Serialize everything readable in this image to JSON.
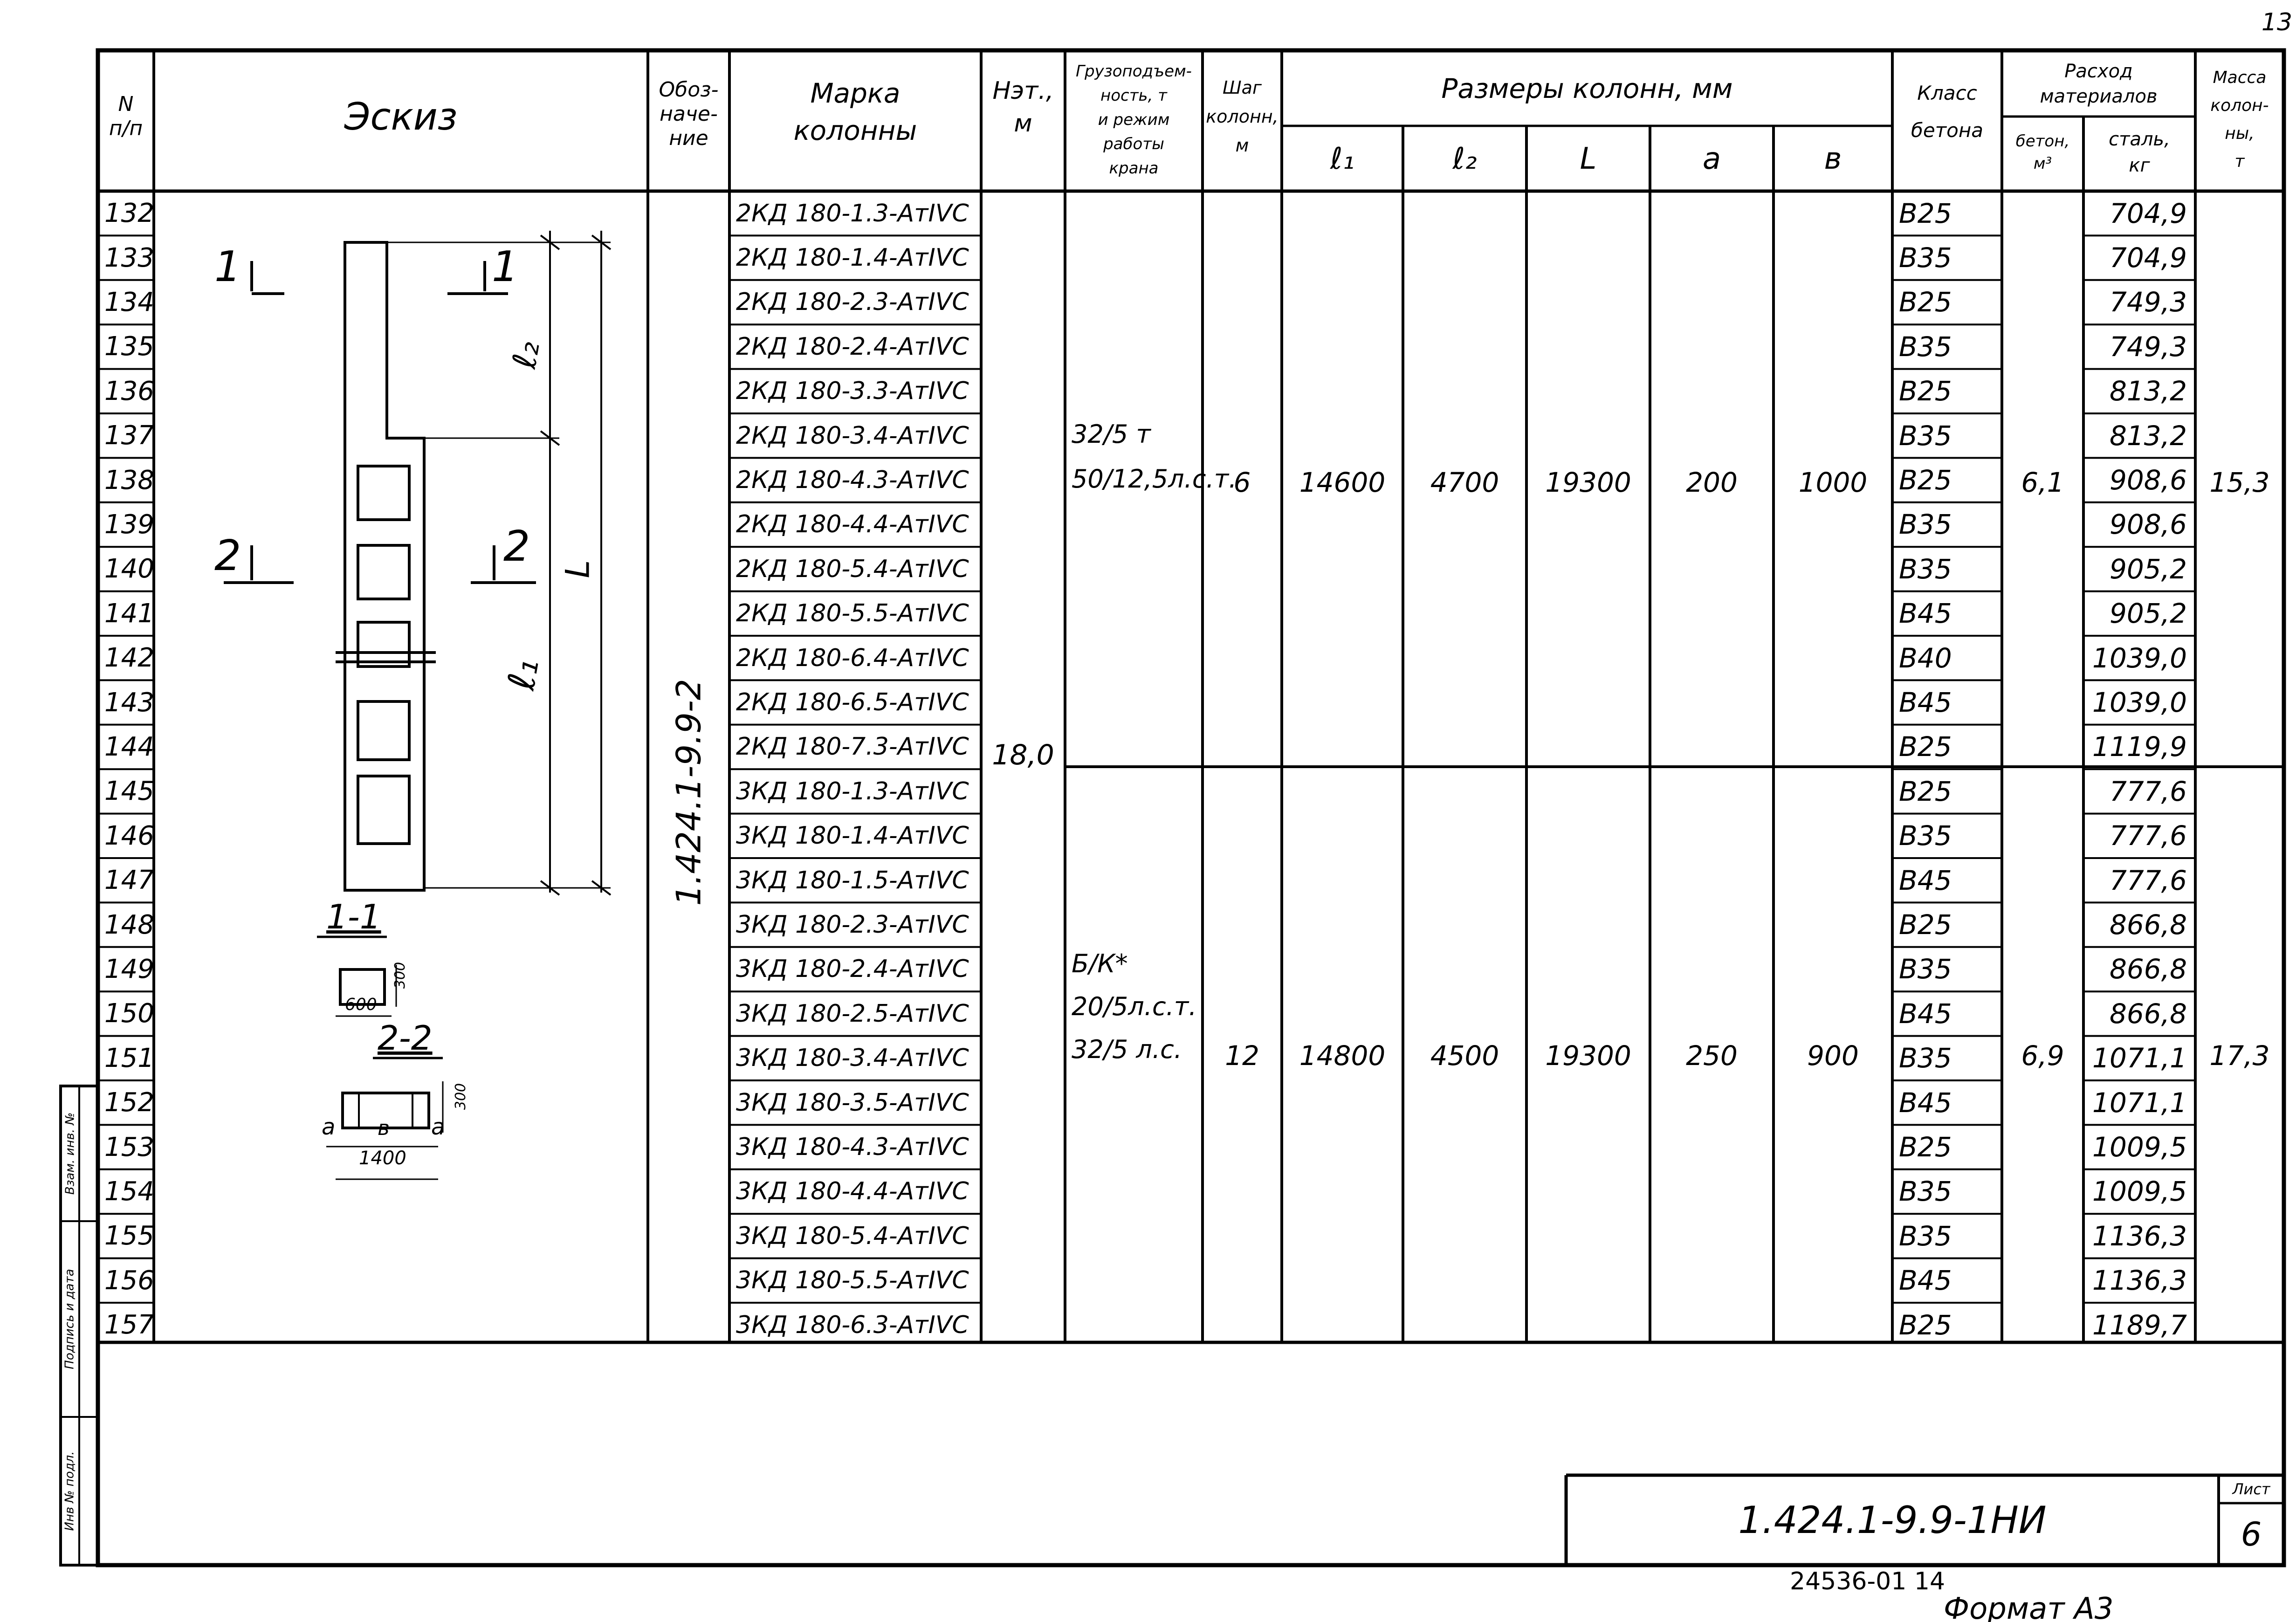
{
  "page_number": "13",
  "headers": {
    "num": [
      "N",
      "п/п"
    ],
    "sketch": "Эскиз",
    "designation": [
      "Обоз-",
      "наче-",
      "ние"
    ],
    "mark": [
      "Марка",
      "колонны"
    ],
    "height": [
      "Нэт.,",
      "м"
    ],
    "capacity": [
      "Грузоподъем-",
      "ность, т",
      "и режим",
      "работы",
      "крана"
    ],
    "step": [
      "Шаг",
      "колонн,",
      "м"
    ],
    "dims": "Размеры   колонн, мм",
    "dim_cols": [
      "ℓ₁",
      "ℓ₂",
      "L",
      "a",
      "в"
    ],
    "concrete_class": [
      "Класс",
      "бетона"
    ],
    "materials": [
      "Расход",
      "материалов"
    ],
    "mat_cols": [
      [
        "бетон,",
        "м³"
      ],
      [
        "сталь,",
        "кг"
      ]
    ],
    "mass": [
      "Масса",
      "колон-",
      "ны,",
      "т"
    ]
  },
  "rows": [
    {
      "n": "132",
      "mark": "2КД 180-1.3-АтIVC",
      "cls": "В25",
      "steel": "704,9"
    },
    {
      "n": "133",
      "mark": "2КД 180-1.4-АтIVC",
      "cls": "В35",
      "steel": "704,9"
    },
    {
      "n": "134",
      "mark": "2КД 180-2.3-АтIVC",
      "cls": "В25",
      "steel": "749,3"
    },
    {
      "n": "135",
      "mark": "2КД 180-2.4-АтIVC",
      "cls": "В35",
      "steel": "749,3"
    },
    {
      "n": "136",
      "mark": "2КД 180-3.3-АтIVC",
      "cls": "В25",
      "steel": "813,2"
    },
    {
      "n": "137",
      "mark": "2КД 180-3.4-АтIVC",
      "cls": "В35",
      "steel": "813,2"
    },
    {
      "n": "138",
      "mark": "2КД 180-4.3-АтIVC",
      "cls": "В25",
      "steel": "908,6"
    },
    {
      "n": "139",
      "mark": "2КД 180-4.4-АтIVC",
      "cls": "В35",
      "steel": "908,6"
    },
    {
      "n": "140",
      "mark": "2КД 180-5.4-АтIVC",
      "cls": "В35",
      "steel": "905,2"
    },
    {
      "n": "141",
      "mark": "2КД 180-5.5-АтIVC",
      "cls": "В45",
      "steel": "905,2"
    },
    {
      "n": "142",
      "mark": "2КД 180-6.4-АтIVC",
      "cls": "В40",
      "steel": "1039,0"
    },
    {
      "n": "143",
      "mark": "2КД 180-6.5-АтIVC",
      "cls": "В45",
      "steel": "1039,0"
    },
    {
      "n": "144",
      "mark": "2КД 180-7.3-АтIVC",
      "cls": "В25",
      "steel": "1119,9"
    },
    {
      "n": "145",
      "mark": "3КД 180-1.3-АтIVC",
      "cls": "В25",
      "steel": "777,6"
    },
    {
      "n": "146",
      "mark": "3КД 180-1.4-АтIVC",
      "cls": "В35",
      "steel": "777,6"
    },
    {
      "n": "147",
      "mark": "3КД 180-1.5-АтIVC",
      "cls": "В45",
      "steel": "777,6"
    },
    {
      "n": "148",
      "mark": "3КД 180-2.3-АтIVC",
      "cls": "В25",
      "steel": "866,8"
    },
    {
      "n": "149",
      "mark": "3КД 180-2.4-АтIVC",
      "cls": "В35",
      "steel": "866,8"
    },
    {
      "n": "150",
      "mark": "3КД 180-2.5-АтIVC",
      "cls": "В45",
      "steel": "866,8"
    },
    {
      "n": "151",
      "mark": "3КД 180-3.4-АтIVC",
      "cls": "В35",
      "steel": "1071,1"
    },
    {
      "n": "152",
      "mark": "3КД 180-3.5-АтIVC",
      "cls": "В45",
      "steel": "1071,1"
    },
    {
      "n": "153",
      "mark": "3КД 180-4.3-АтIVC",
      "cls": "В25",
      "steel": "1009,5"
    },
    {
      "n": "154",
      "mark": "3КД 180-4.4-АтIVC",
      "cls": "В35",
      "steel": "1009,5"
    },
    {
      "n": "155",
      "mark": "3КД 180-5.4-АтIVC",
      "cls": "В35",
      "steel": "1136,3"
    },
    {
      "n": "156",
      "mark": "3КД 180-5.5-АтIVC",
      "cls": "В45",
      "steel": "1136,3"
    },
    {
      "n": "157",
      "mark": "3КД 180-6.3-АтIVC",
      "cls": "В25",
      "steel": "1189,7"
    }
  ],
  "designation_value": "1.424.1-9.9-2",
  "height_value": "18,0",
  "groups": [
    {
      "capacity": [
        "32/5 т",
        "50/12,5л.с.т."
      ],
      "step": "6",
      "l1": "14600",
      "l2": "4700",
      "L": "19300",
      "a": "200",
      "b": "1000",
      "concrete": "6,1",
      "mass": "15,3"
    },
    {
      "capacity": [
        "Б/К*",
        "20/5л.с.т.",
        "32/5 л.с."
      ],
      "step": "12",
      "l1": "14800",
      "l2": "4500",
      "L": "19300",
      "a": "250",
      "b": "900",
      "concrete": "6,9",
      "mass": "17,3"
    }
  ],
  "sketch_labels": {
    "cut1": "1",
    "cut2": "2",
    "l2": "ℓ₂",
    "l1": "ℓ₁",
    "L": "L",
    "sec11": "1-1",
    "sec22": "2-2",
    "w600": "600",
    "h300a": "300",
    "h300b": "300",
    "w1400": "1400",
    "a": "a",
    "b": "в"
  },
  "side_stamp": [
    "Инв № подл.",
    "Подпись и дата",
    "Взам. инв. №"
  ],
  "title_block": {
    "code": "1.424.1-9.9-1НИ",
    "sheet_label": "Лист",
    "sheet": "6"
  },
  "footer": {
    "number": "24536-01   14",
    "format": "Формат А3"
  }
}
